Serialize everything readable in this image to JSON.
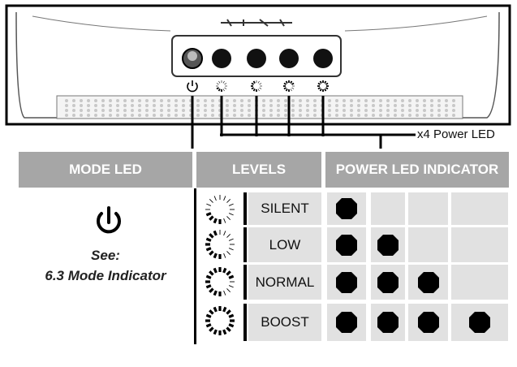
{
  "headers": {
    "mode_led": "MODE LED",
    "levels": "LEVELS",
    "power_led_indicator": "POWER LED INDICATOR"
  },
  "mode": {
    "icon": "power-icon",
    "see_line1": "See:",
    "see_line2": "6.3 Mode Indicator"
  },
  "callout": {
    "power_led_label": "x4 Power LED"
  },
  "levels": [
    {
      "label": "SILENT",
      "lit_leds": 1
    },
    {
      "label": "LOW",
      "lit_leds": 2
    },
    {
      "label": "NORMAL",
      "lit_leds": 3
    },
    {
      "label": "BOOST",
      "lit_leds": 4
    }
  ],
  "colors": {
    "header_bg": "#a6a6a6",
    "cell_bg": "#e1e1e1",
    "led_dot": "#000000"
  }
}
